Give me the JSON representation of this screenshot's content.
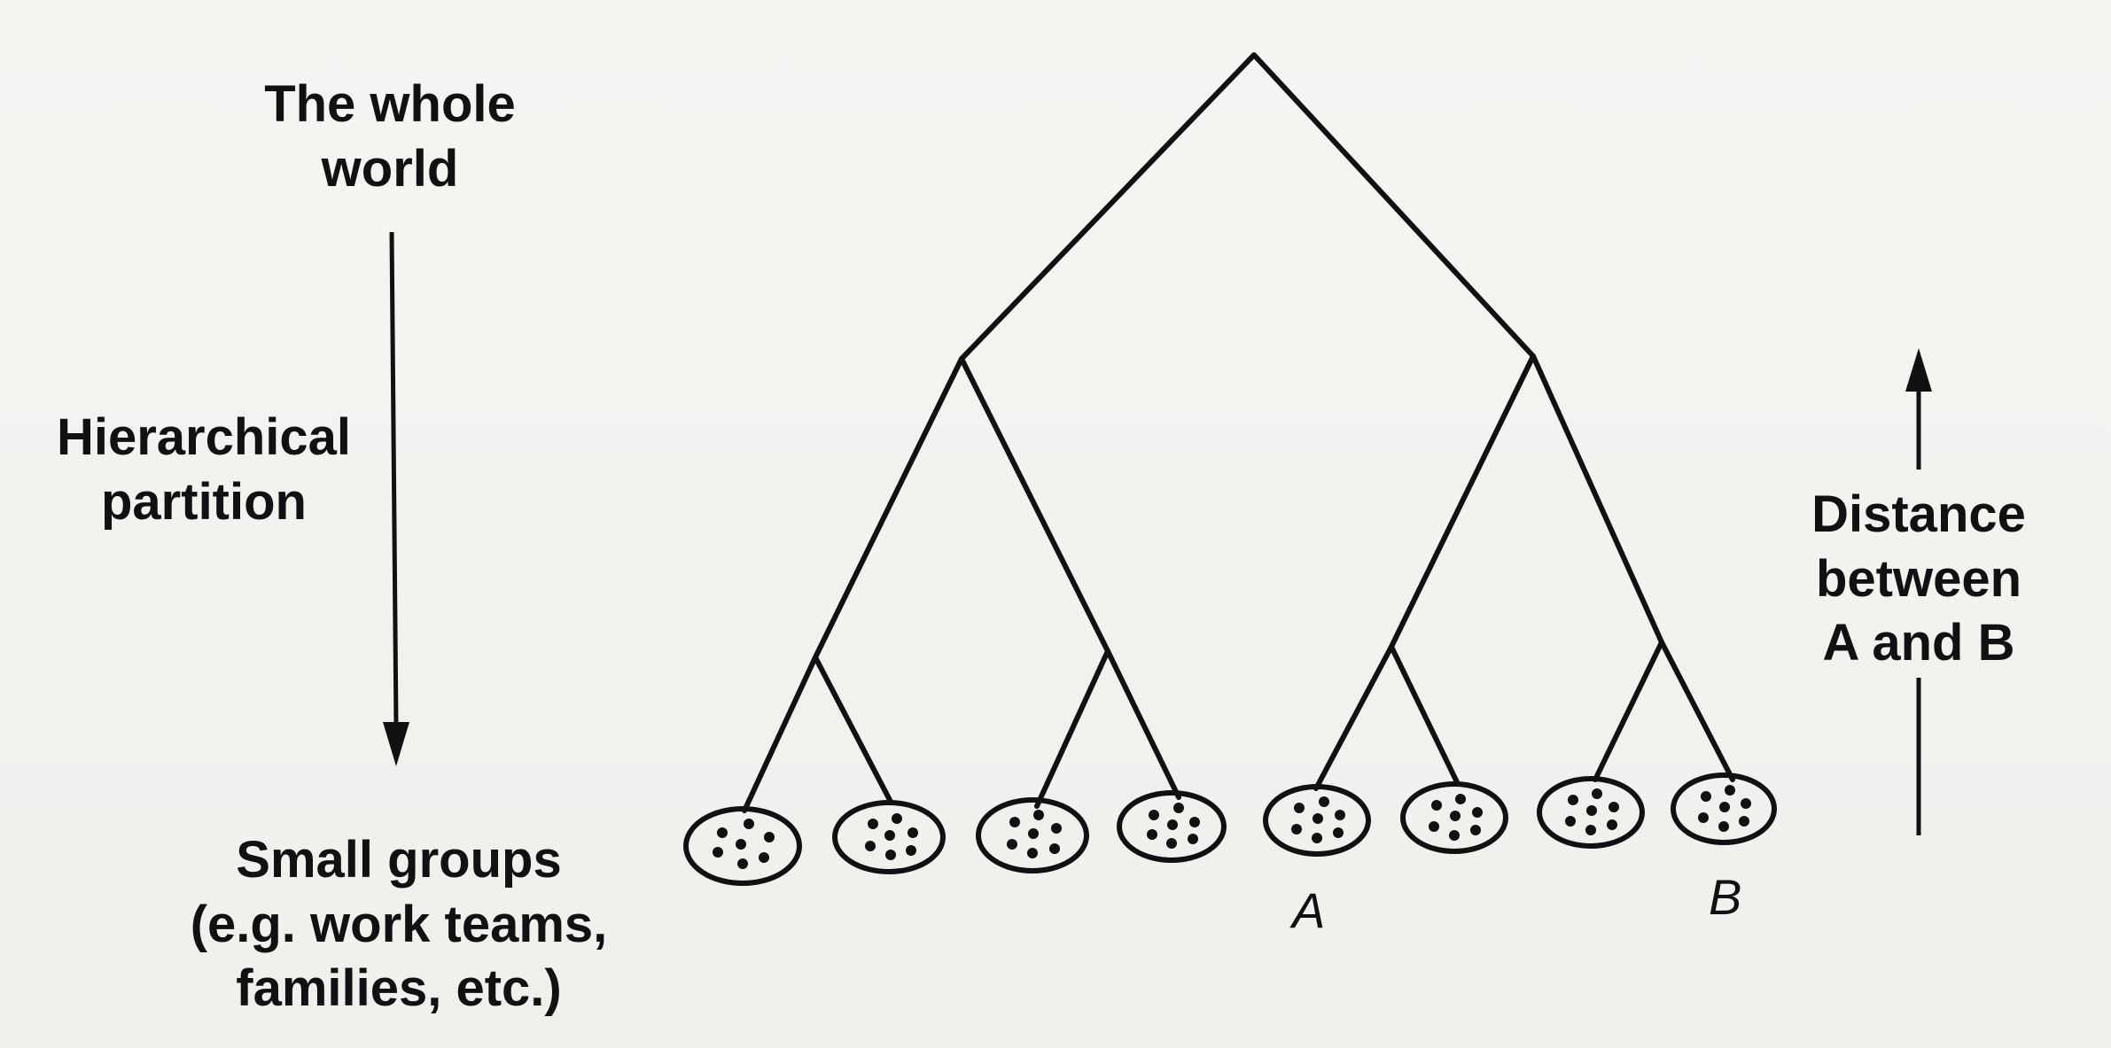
{
  "labels": {
    "top": [
      "The whole",
      "world"
    ],
    "partition": [
      "Hierarchical",
      "partition"
    ],
    "bottom": [
      "Small groups",
      "(e.g. work teams,",
      "families, etc.)"
    ],
    "distance": [
      "Distance",
      "between",
      "A and B"
    ]
  },
  "leaves": {
    "a": "A",
    "b": "B"
  }
}
